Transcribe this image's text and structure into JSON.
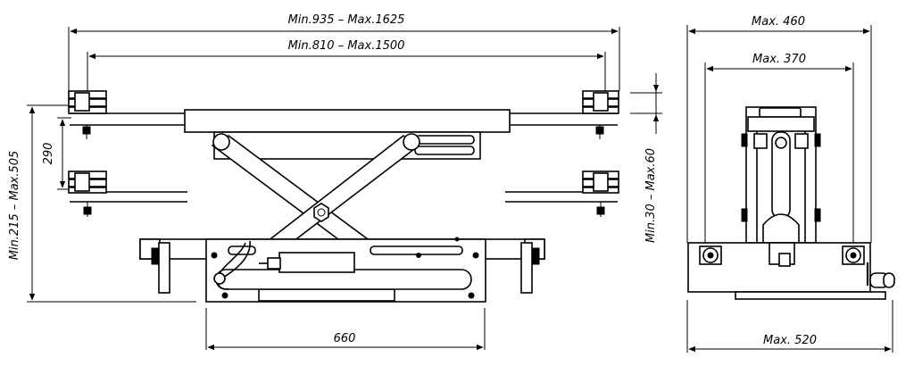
{
  "diagram": {
    "dimensions": {
      "overall_width": "Min.935  –  Max.1625",
      "arm_span": "Min.810  –  Max.1500",
      "height_range": "Min.215  –  Max.505",
      "pad_height": "290",
      "base_length": "660",
      "lift_travel": "Min.30  –  Max.60",
      "width_460": "Max.  460",
      "width_370": "Max.  370",
      "width_520": "Max.  520"
    }
  }
}
